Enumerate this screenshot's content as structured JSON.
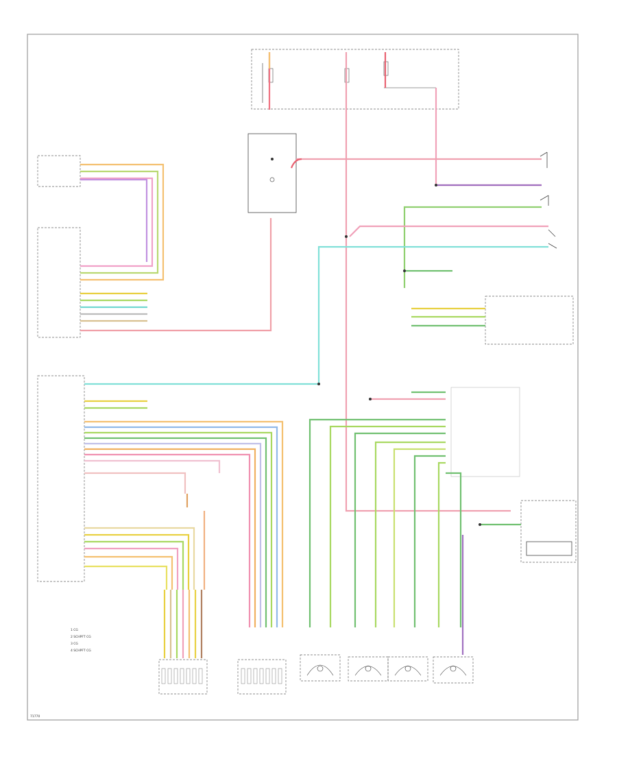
{
  "colors": {
    "pink": "#f0a0b8",
    "red": "#e86070",
    "orange": "#f4c070",
    "yellow": "#e8d040",
    "green": "#70c070",
    "lightgreen": "#a8d860",
    "cyan": "#70d8d0",
    "blue": "#90b8e8",
    "violet": "#a070c0",
    "brown": "#b08060",
    "gray": "#888888",
    "tan": "#d8c090",
    "frame": "#999999"
  },
  "legend": [
    "1 CG",
    "2 SCHPFT CG",
    "3 CG",
    "4 SCHPFT CG"
  ],
  "footer_code": "71770"
}
